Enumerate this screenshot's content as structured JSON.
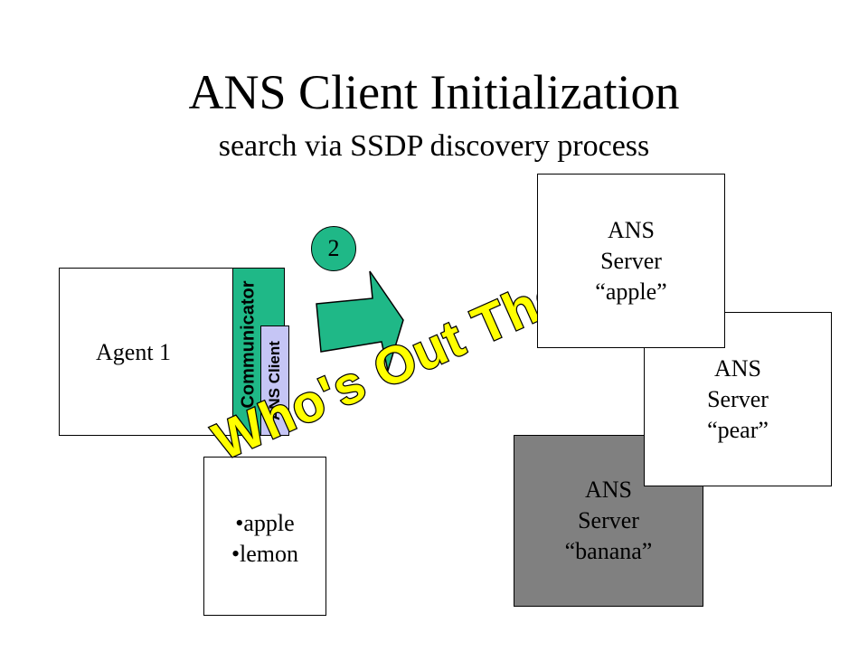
{
  "title": "ANS Client Initialization",
  "subtitle": "search via SSDP discovery process",
  "step": "2",
  "agent": {
    "label": "Agent 1",
    "communicator": "Communicator",
    "ans_client": "ANS Client",
    "fruits": [
      "apple",
      "lemon"
    ]
  },
  "servers": {
    "apple": [
      "ANS",
      "Server",
      "“apple”"
    ],
    "pear": [
      "ANS",
      "Server",
      "“pear”"
    ],
    "banana": [
      "ANS",
      "Server",
      "“banana”"
    ]
  },
  "wordart": "Who's Out There?",
  "colors": {
    "green": "#1fb887",
    "lavender": "#c5c5f5",
    "wordart_fill": "#ffff00",
    "banana_fill": "#808080"
  }
}
